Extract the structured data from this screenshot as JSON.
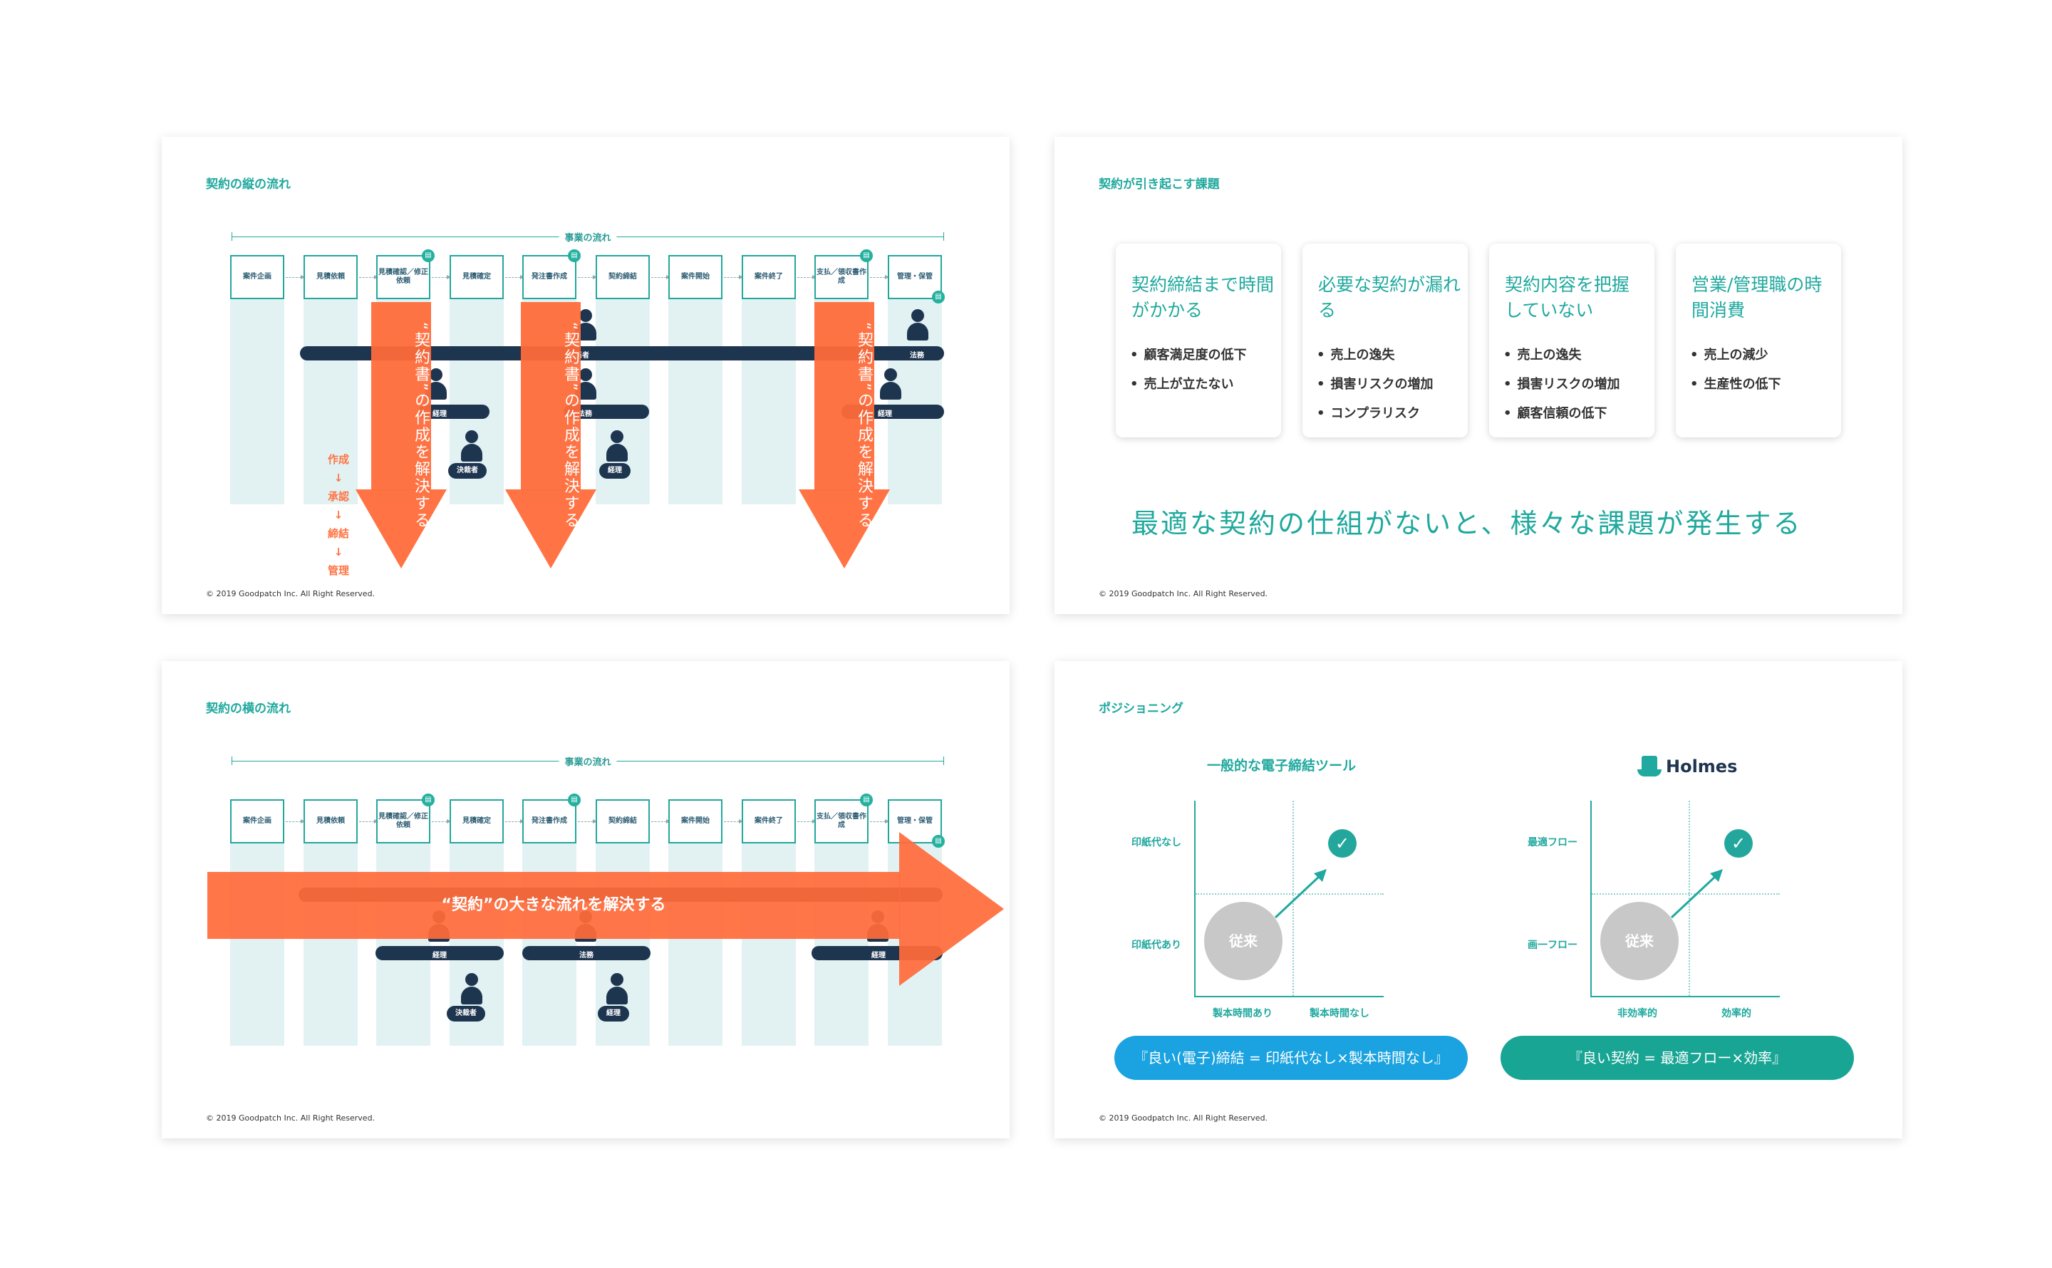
{
  "common": {
    "footer": "© 2019 Goodpatch Inc. All Right Reserved."
  },
  "flow_steps": [
    "案件企画",
    "見積依頼",
    "見積確認／修正依頼",
    "見積確定",
    "発注書作成",
    "契約締結",
    "案件開始",
    "案件終了",
    "支払／領収書作成",
    "管理・保管"
  ],
  "flow_header": "事業の流れ",
  "slide_vertical": {
    "title": "契約の縦の流れ",
    "arrow_text": "“契約書”の作成を解決する",
    "roles": {
      "manager_top": "担当者",
      "legal_right": "法務",
      "keiri": "経理",
      "ho３": "法務",
      "keiri_right": "経理",
      "kessaisha": "決裁者",
      "keiri_bottom": "経理"
    },
    "process": [
      "作成",
      "↓",
      "承認",
      "↓",
      "締結",
      "↓",
      "管理"
    ]
  },
  "slide_horizontal": {
    "title": "契約の横の流れ",
    "arrow_text": "“契約”の大きな流れを解決する",
    "roles": {
      "keiri": "経理",
      "houmu": "法務",
      "keiri_right": "経理",
      "kessaisha": "決裁者",
      "keiri_bottom": "経理"
    }
  },
  "slide_issues": {
    "title": "契約が引き起こす課題",
    "cards": [
      {
        "title": "契約締結まで時間がかかる",
        "bullets": [
          "顧客満足度の低下",
          "売上が立たない"
        ]
      },
      {
        "title": "必要な契約が漏れる",
        "bullets": [
          "売上の逸失",
          "損害リスクの増加",
          "コンプラリスク"
        ]
      },
      {
        "title": "契約内容を把握していない",
        "bullets": [
          "売上の逸失",
          "損害リスクの増加",
          "顧客信頼の低下"
        ]
      },
      {
        "title": "営業/管理職の時間消費",
        "bullets": [
          "売上の減少",
          "生産性の低下"
        ]
      }
    ],
    "tagline": "最適な契約の仕組がないと、様々な課題が発生する"
  },
  "slide_positioning": {
    "title": "ポジショニング",
    "left": {
      "title": "一般的な電子締結ツール",
      "y_top": "印紙代なし",
      "y_bottom": "印紙代あり",
      "x_left": "製本時間あり",
      "x_right": "製本時間なし",
      "current": "従来",
      "pill": "『良い(電子)締結 = 印紙代なし×製本時間なし』"
    },
    "right": {
      "brand": "Holmes",
      "y_top": "最適フロー",
      "y_bottom": "画一フロー",
      "x_left": "非効率的",
      "x_right": "効率的",
      "current": "従来",
      "pill": "『良い契約 = 最適フロー×効率』"
    },
    "colors": {
      "teal": "#20a99e",
      "blue": "#1aa3e0",
      "orange": "#ff6c3a",
      "navy": "#1e3550"
    }
  }
}
